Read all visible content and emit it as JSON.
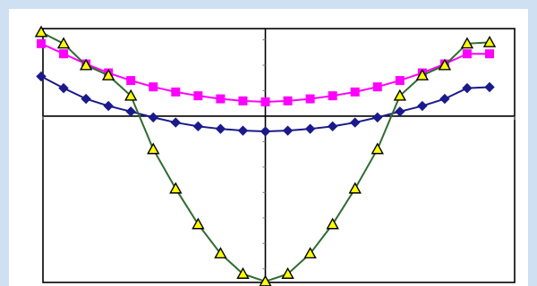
{
  "chart_data": {
    "type": "line",
    "title": "",
    "xlabel": "",
    "ylabel": "",
    "xlim": [
      -10,
      10
    ],
    "ylim": [
      -6.5,
      3.3
    ],
    "grid": false,
    "legend": "none",
    "series": [
      {
        "color": "#1a1a8c",
        "marker": "diamond",
        "x": [
          -10,
          -9,
          -8,
          -7,
          -6,
          -5,
          -4,
          -3,
          -2,
          -1,
          0,
          1,
          2,
          3,
          4,
          5,
          6,
          7,
          8,
          9,
          10
        ],
        "y": [
          1.56,
          1.1,
          0.68,
          0.4,
          0.18,
          -0.05,
          -0.25,
          -0.4,
          -0.5,
          -0.57,
          -0.6,
          -0.57,
          -0.5,
          -0.4,
          -0.25,
          -0.05,
          0.18,
          0.4,
          0.68,
          1.1,
          1.14
        ]
      },
      {
        "color": "#ff00ff",
        "marker": "square",
        "x": [
          -10,
          -9,
          -8,
          -7,
          -6,
          -5,
          -4,
          -3,
          -2,
          -1,
          0,
          1,
          2,
          3,
          4,
          5,
          6,
          7,
          8,
          9,
          10
        ],
        "y": [
          2.85,
          2.45,
          2.05,
          1.7,
          1.4,
          1.15,
          0.95,
          0.8,
          0.68,
          0.6,
          0.56,
          0.6,
          0.68,
          0.8,
          0.95,
          1.15,
          1.4,
          1.7,
          2.05,
          2.45,
          2.45
        ]
      },
      {
        "color": "#2f6b2f",
        "marker": "triangle",
        "x": [
          -10,
          -9,
          -8,
          -7,
          -6,
          -5,
          -4,
          -3,
          -2,
          -1,
          0,
          1,
          2,
          3,
          4,
          5,
          6,
          7,
          8,
          9,
          10
        ],
        "y": [
          3.3,
          2.85,
          2.0,
          1.6,
          0.8,
          -1.3,
          -2.85,
          -4.25,
          -5.4,
          -6.2,
          -6.5,
          -6.2,
          -5.4,
          -4.25,
          -2.85,
          -1.3,
          0.8,
          1.6,
          2.0,
          2.85,
          2.9
        ]
      }
    ]
  }
}
